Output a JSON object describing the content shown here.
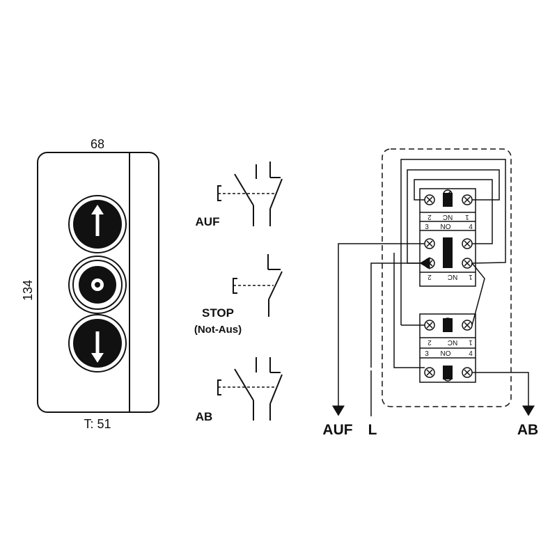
{
  "housing": {
    "width_label": "68",
    "height_label": "134",
    "depth_label": "T: 51",
    "buttons": [
      {
        "icon": "arrow-up-icon"
      },
      {
        "icon": "stop-ring-icon"
      },
      {
        "icon": "arrow-down-icon"
      }
    ]
  },
  "switch_symbols": {
    "auf_label": "AUF",
    "stop_label": "STOP",
    "stop_sublabel": "(Not-Aus)",
    "ab_label": "AB"
  },
  "wiring": {
    "block1": {
      "top_left": "1",
      "top_mid": "NC",
      "top_right": "2",
      "bottom_left": "3",
      "bottom_mid": "NO",
      "bottom_right": "4"
    },
    "block2": {
      "left": "1",
      "mid": "NC",
      "right": "2"
    },
    "block3": {
      "top_left": "1",
      "top_mid": "NC",
      "top_right": "2",
      "bottom_left": "3",
      "bottom_mid": "NO",
      "bottom_right": "4"
    },
    "output_auf": "AUF",
    "input_l": "L",
    "output_ab": "AB"
  }
}
